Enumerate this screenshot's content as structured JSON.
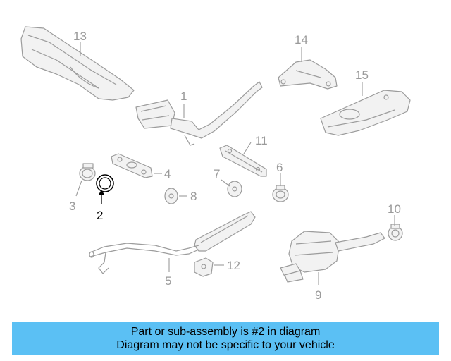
{
  "callouts": [
    {
      "id": "1",
      "label": "1"
    },
    {
      "id": "2",
      "label": "2"
    },
    {
      "id": "3",
      "label": "3"
    },
    {
      "id": "4",
      "label": "4"
    },
    {
      "id": "5",
      "label": "5"
    },
    {
      "id": "6",
      "label": "6"
    },
    {
      "id": "7",
      "label": "7"
    },
    {
      "id": "8",
      "label": "8"
    },
    {
      "id": "9",
      "label": "9"
    },
    {
      "id": "10",
      "label": "10"
    },
    {
      "id": "11",
      "label": "11"
    },
    {
      "id": "12",
      "label": "12"
    },
    {
      "id": "13",
      "label": "13"
    },
    {
      "id": "14",
      "label": "14"
    },
    {
      "id": "15",
      "label": "15"
    }
  ],
  "banner": {
    "line1": "Part or sub-assembly is #2 in diagram",
    "line2": "Diagram may not be specific to your vehicle",
    "color": "#5bc0f4"
  },
  "highlight_color": "#000000",
  "line_color": "#9c9c9c"
}
